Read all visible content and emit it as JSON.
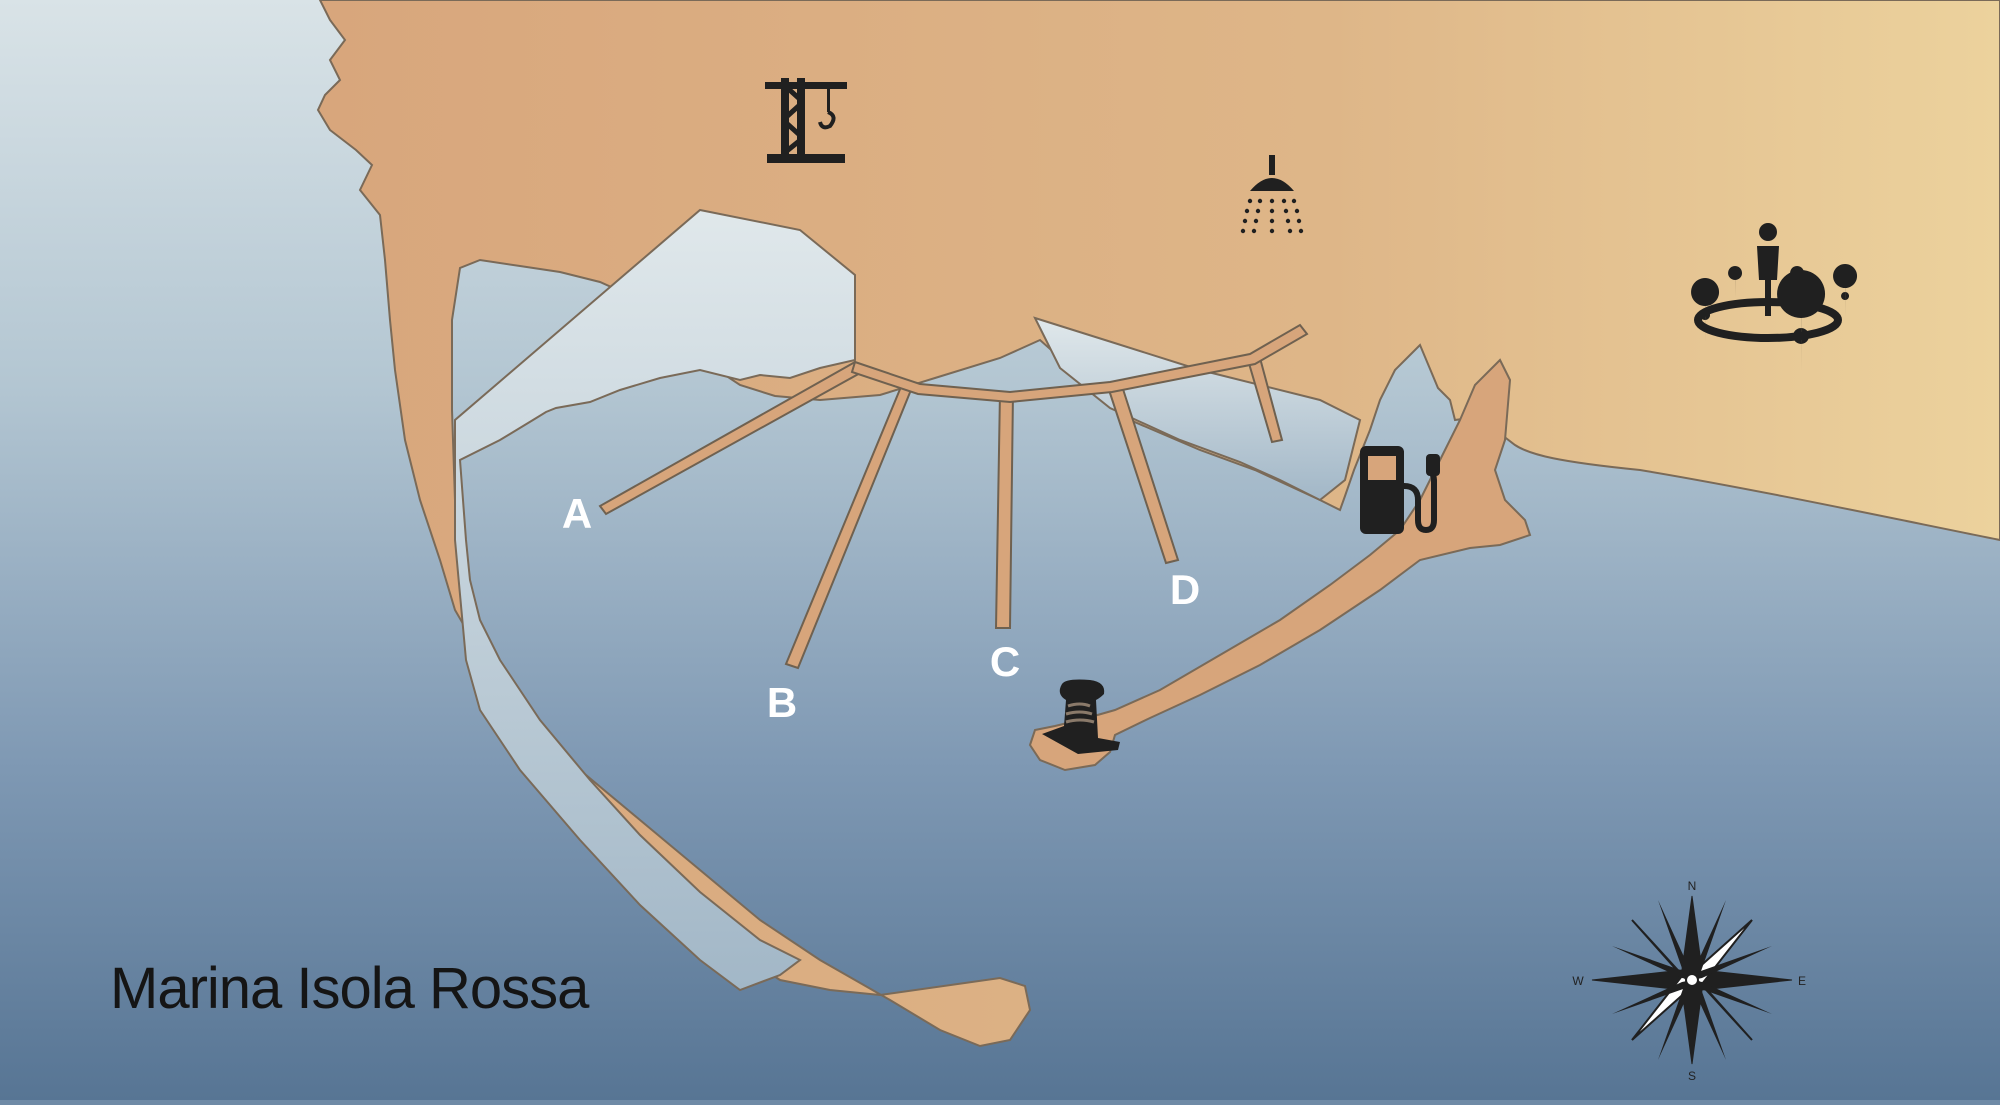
{
  "map": {
    "title": "Marina Isola Rossa",
    "piers": [
      {
        "label": "A",
        "icon": "pier-A"
      },
      {
        "label": "B",
        "icon": "pier-B"
      },
      {
        "label": "C",
        "icon": "pier-C"
      },
      {
        "label": "D",
        "icon": "pier-D"
      }
    ],
    "compass": {
      "n": "N",
      "s": "S",
      "e": "E",
      "w": "W"
    },
    "icons": [
      "crane-icon",
      "shower-icon",
      "meeting-point-icon",
      "fuel-pump-icon",
      "bollard-icon",
      "compass-rose-icon"
    ],
    "colors": {
      "land": "#d7a57b",
      "sea_top": "#d6e0e5",
      "sea_bottom": "#5a7797",
      "outline": "#6f6150",
      "icon": "#202020",
      "label": "#ffffff"
    }
  }
}
